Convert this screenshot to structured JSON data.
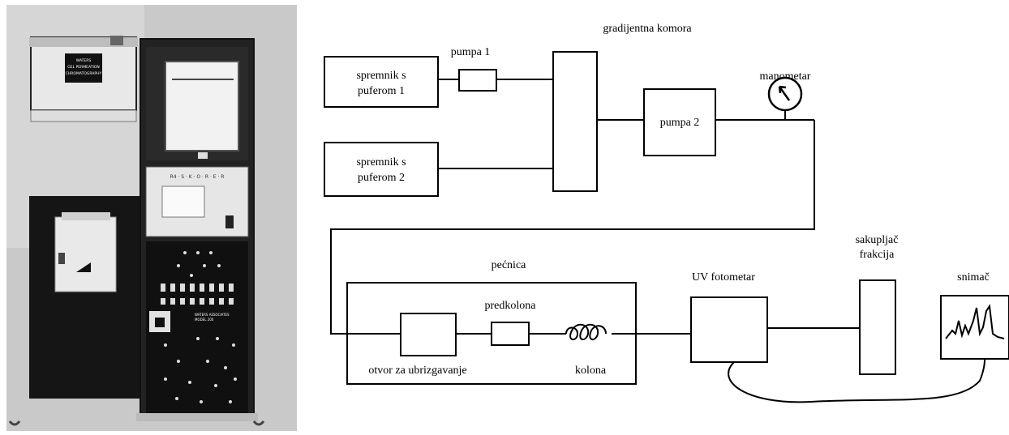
{
  "photo": {
    "panel_label_lines": [
      "WATERS",
      "GEL PERMEATION",
      "CHROMATOGRAPHY"
    ],
    "meter_label": "R4 · S · K · O · R · E · R",
    "waters_badge_lines": [
      "WATERS ASSOCIATES",
      "MODEL 200"
    ]
  },
  "diagram": {
    "spremnik1": [
      "spremnik s",
      "puferom 1"
    ],
    "spremnik2": [
      "spremnik s",
      "puferom 2"
    ],
    "pumpa1": "pumpa 1",
    "gradijentna": "gradijentna komora",
    "pumpa2": "pumpa 2",
    "manometar": "manometar",
    "pecnica": "pećnica",
    "predkolona": "predkolona",
    "otvor": "otvor za ubrizgavanje",
    "kolona": "kolona",
    "uv": "UV fotometar",
    "sakupljac": [
      "sakupljač",
      "frakcija"
    ],
    "snimac": "snimač"
  }
}
